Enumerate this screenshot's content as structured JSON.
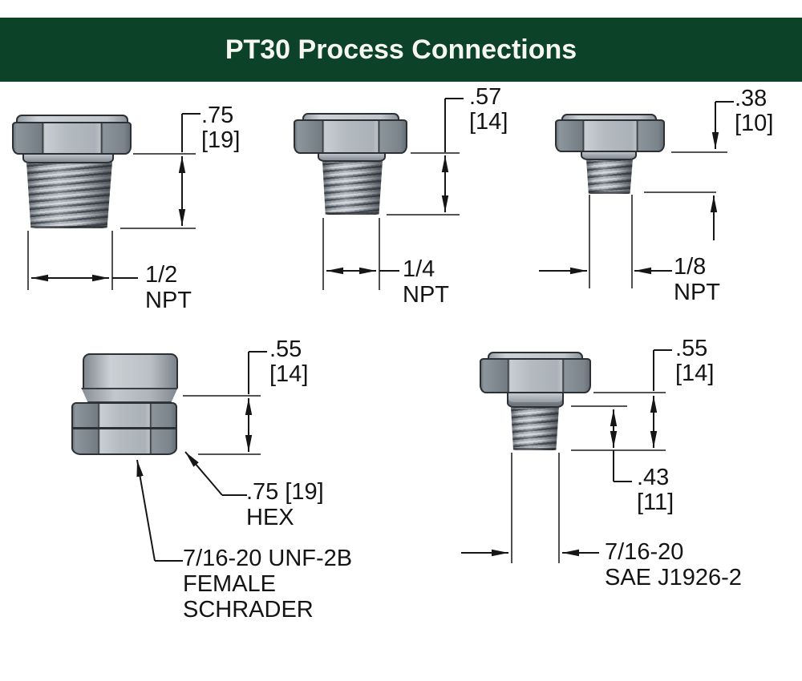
{
  "header": {
    "title": "PT30 Process Connections",
    "bar_color": "#0c4227",
    "text_color": "#f7f7f2"
  },
  "fittings": {
    "npt12": {
      "height_in": ".75",
      "height_mm": "[19]",
      "size": "1/2",
      "standard": "NPT"
    },
    "npt14": {
      "height_in": ".57",
      "height_mm": "[14]",
      "size": "1/4",
      "standard": "NPT"
    },
    "npt18": {
      "height_in": ".38",
      "height_mm": "[10]",
      "size": "1/8",
      "standard": "NPT"
    },
    "schrader": {
      "height_in": ".55",
      "height_mm": "[14]",
      "hex_label": ".75 [19]",
      "hex_word": "HEX",
      "thread_line1": "7/16-20 UNF-2B",
      "thread_line2": "FEMALE",
      "thread_line3": "SCHRADER"
    },
    "sae": {
      "height_in": ".55",
      "height_mm": "[14]",
      "thread_len_in": ".43",
      "thread_len_mm": "[11]",
      "thread_line1": "7/16-20",
      "thread_line2": "SAE J1926-2"
    }
  }
}
